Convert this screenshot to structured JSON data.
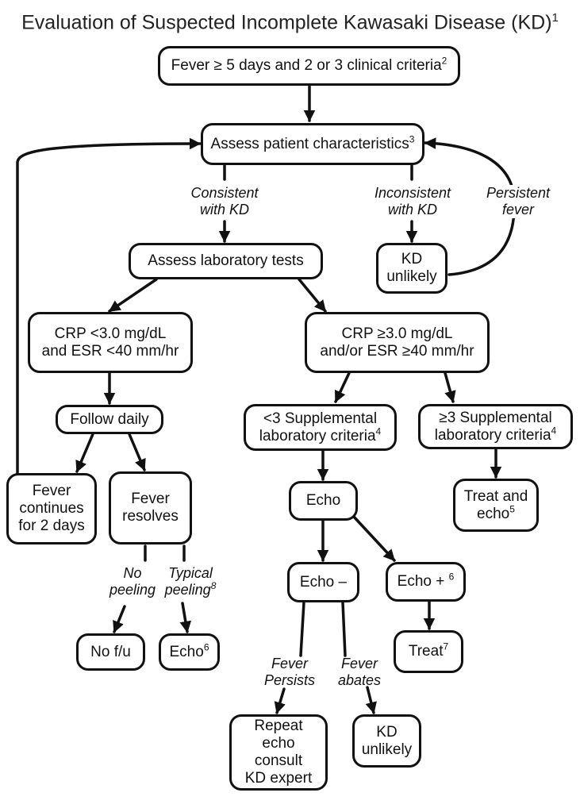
{
  "title": {
    "text": "Evaluation of Suspected Incomplete Kawasaki Disease (KD)",
    "ref": "1"
  },
  "nodes": {
    "fever5": {
      "text": "Fever ≥ 5 days and 2 or 3 clinical criteria",
      "ref": "2"
    },
    "assess_patient": {
      "text": "Assess patient characteristics",
      "ref": "3"
    },
    "assess_lab": {
      "text": "Assess laboratory tests"
    },
    "kd_unlikely_top": {
      "line1": "KD",
      "line2": "unlikely"
    },
    "crp_low": {
      "line1": "CRP <3.0 mg/dL",
      "line2": "and ESR <40 mm/hr"
    },
    "crp_high": {
      "line1": "CRP ≥3.0 mg/dL",
      "line2": "and/or ESR ≥40 mm/hr"
    },
    "follow_daily": {
      "text": "Follow daily"
    },
    "fever_continues": {
      "line1": "Fever",
      "line2": "continues",
      "line3": "for 2 days"
    },
    "fever_resolves": {
      "line1": "Fever",
      "line2": "resolves"
    },
    "supp_lt3": {
      "line1": "<3 Supplemental",
      "line2": "laboratory criteria",
      "ref": "4"
    },
    "supp_ge3": {
      "line1": "≥3 Supplemental",
      "line2": "laboratory criteria",
      "ref": "4"
    },
    "echo": {
      "text": "Echo"
    },
    "treat_echo": {
      "line1": "Treat and",
      "line2": "echo",
      "ref": "5"
    },
    "echo_neg": {
      "text": "Echo –"
    },
    "echo_pos": {
      "text": "Echo +",
      "ref": "6"
    },
    "no_fu": {
      "text": "No f/u"
    },
    "echo6": {
      "text": "Echo",
      "ref": "6"
    },
    "treat7": {
      "text": "Treat",
      "ref": "7"
    },
    "repeat_echo": {
      "line1": "Repeat echo",
      "line2": "consult",
      "line3": "KD expert"
    },
    "kd_unlikely_bottom": {
      "line1": "KD",
      "line2": "unlikely"
    }
  },
  "labels": {
    "consistent": {
      "line1": "Consistent",
      "line2": "with KD"
    },
    "inconsistent": {
      "line1": "Inconsistent",
      "line2": "with KD"
    },
    "persistent": {
      "line1": "Persistent",
      "line2": "fever"
    },
    "no_peeling": {
      "line1": "No",
      "line2": "peeling"
    },
    "typical_peeling": {
      "line1": "Typical",
      "line2": "peeling",
      "ref": "8"
    },
    "fever_persists": {
      "line1": "Fever",
      "line2": "Persists"
    },
    "fever_abates": {
      "line1": "Fever",
      "line2": "abates"
    }
  }
}
